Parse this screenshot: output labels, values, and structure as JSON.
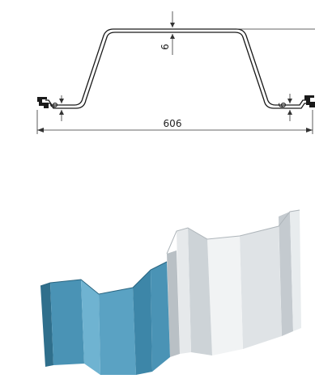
{
  "drawing": {
    "top_thickness": "6",
    "left_thickness": "6",
    "right_thickness": "6",
    "width_dimension": "606"
  },
  "colors": {
    "profile_line": "#1a1a1a",
    "dimension_line": "#333333",
    "pile_blue": "#4a93b5",
    "pile_blue_dark": "#2f6f8c",
    "pile_blue_light": "#6fb3d1",
    "pile_white": "#dfe3e6",
    "pile_white_dark": "#b9c0c5",
    "pile_white_light": "#f3f5f6"
  }
}
